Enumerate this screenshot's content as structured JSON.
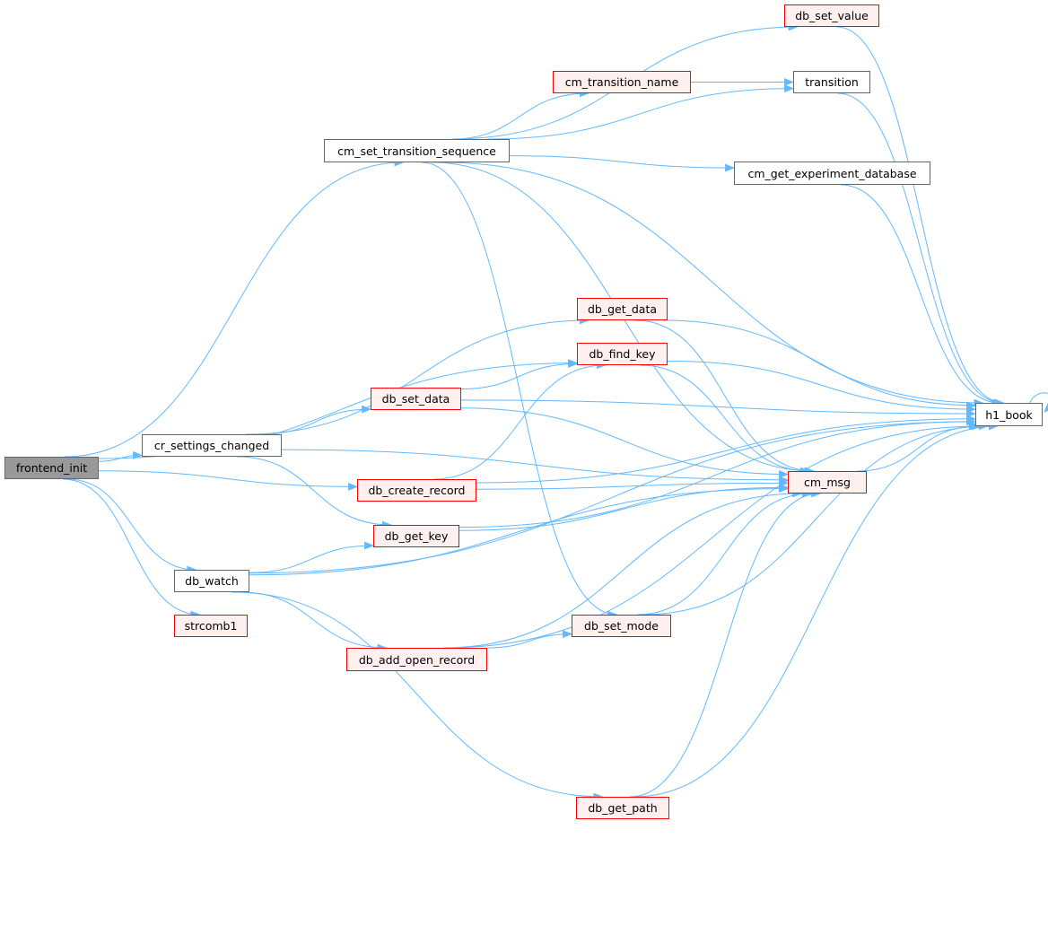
{
  "graph": {
    "edge_color": "#63b8ff",
    "nodes": [
      {
        "key": "frontend_init",
        "label": "frontend_init",
        "style": "root"
      },
      {
        "key": "cm_set_transition_sequence",
        "label": "cm_set_transition_sequence",
        "style": "black"
      },
      {
        "key": "cr_settings_changed",
        "label": "cr_settings_changed",
        "style": "black"
      },
      {
        "key": "db_watch",
        "label": "db_watch",
        "style": "black"
      },
      {
        "key": "strcomb1",
        "label": "strcomb1",
        "style": "red"
      },
      {
        "key": "db_set_value",
        "label": "db_set_value",
        "style": "red"
      },
      {
        "key": "cm_transition_name",
        "label": "cm_transition_name",
        "style": "red"
      },
      {
        "key": "transition",
        "label": "transition",
        "style": "black"
      },
      {
        "key": "cm_get_experiment_database",
        "label": "cm_get_experiment_database",
        "style": "black"
      },
      {
        "key": "db_get_data",
        "label": "db_get_data",
        "style": "red"
      },
      {
        "key": "db_find_key",
        "label": "db_find_key",
        "style": "red"
      },
      {
        "key": "db_set_data",
        "label": "db_set_data",
        "style": "red"
      },
      {
        "key": "db_create_record",
        "label": "db_create_record",
        "style": "red"
      },
      {
        "key": "db_get_key",
        "label": "db_get_key",
        "style": "red"
      },
      {
        "key": "db_set_mode",
        "label": "db_set_mode",
        "style": "red"
      },
      {
        "key": "db_add_open_record",
        "label": "db_add_open_record",
        "style": "red"
      },
      {
        "key": "db_get_path",
        "label": "db_get_path",
        "style": "red"
      },
      {
        "key": "cm_msg",
        "label": "cm_msg",
        "style": "red"
      },
      {
        "key": "h1_book",
        "label": "h1_book",
        "style": "black"
      }
    ],
    "edges": [
      [
        "frontend_init",
        "cm_set_transition_sequence"
      ],
      [
        "frontend_init",
        "cr_settings_changed"
      ],
      [
        "frontend_init",
        "db_find_key"
      ],
      [
        "frontend_init",
        "db_create_record"
      ],
      [
        "frontend_init",
        "db_watch"
      ],
      [
        "frontend_init",
        "strcomb1"
      ],
      [
        "cm_set_transition_sequence",
        "db_set_value"
      ],
      [
        "cm_set_transition_sequence",
        "transition"
      ],
      [
        "cm_set_transition_sequence",
        "cm_transition_name"
      ],
      [
        "cm_set_transition_sequence",
        "h1_book"
      ],
      [
        "cm_set_transition_sequence",
        "cm_get_experiment_database"
      ],
      [
        "cm_set_transition_sequence",
        "cm_msg"
      ],
      [
        "cm_set_transition_sequence",
        "db_set_mode"
      ],
      [
        "cm_transition_name",
        "transition"
      ],
      [
        "db_set_value",
        "h1_book"
      ],
      [
        "transition",
        "h1_book"
      ],
      [
        "cm_get_experiment_database",
        "h1_book"
      ],
      [
        "cr_settings_changed",
        "db_get_data"
      ],
      [
        "cr_settings_changed",
        "db_set_data"
      ],
      [
        "cr_settings_changed",
        "cm_msg"
      ],
      [
        "cr_settings_changed",
        "db_get_key"
      ],
      [
        "db_get_data",
        "h1_book"
      ],
      [
        "db_get_data",
        "cm_msg"
      ],
      [
        "db_find_key",
        "h1_book"
      ],
      [
        "db_find_key",
        "cm_msg"
      ],
      [
        "db_set_data",
        "db_find_key"
      ],
      [
        "db_set_data",
        "cm_msg"
      ],
      [
        "db_set_data",
        "h1_book"
      ],
      [
        "db_create_record",
        "db_find_key"
      ],
      [
        "db_create_record",
        "cm_msg"
      ],
      [
        "db_create_record",
        "h1_book"
      ],
      [
        "db_get_key",
        "cm_msg"
      ],
      [
        "db_get_key",
        "h1_book"
      ],
      [
        "db_watch",
        "db_get_key"
      ],
      [
        "db_watch",
        "cm_msg"
      ],
      [
        "db_watch",
        "db_add_open_record"
      ],
      [
        "db_watch",
        "db_get_path"
      ],
      [
        "db_watch",
        "h1_book"
      ],
      [
        "db_add_open_record",
        "db_set_mode"
      ],
      [
        "db_add_open_record",
        "cm_msg"
      ],
      [
        "db_add_open_record",
        "h1_book"
      ],
      [
        "db_set_mode",
        "cm_msg"
      ],
      [
        "db_set_mode",
        "h1_book"
      ],
      [
        "db_get_path",
        "cm_msg"
      ],
      [
        "db_get_path",
        "h1_book"
      ],
      [
        "cm_msg",
        "h1_book"
      ],
      [
        "h1_book",
        "h1_book"
      ]
    ]
  }
}
